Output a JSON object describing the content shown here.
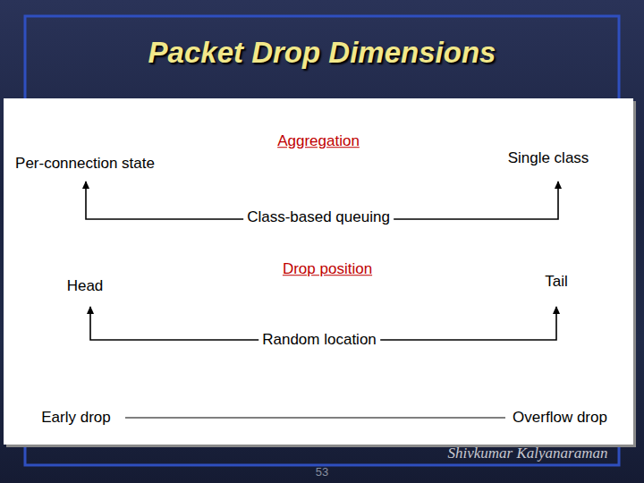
{
  "diagram": {
    "title": "Packet Drop Dimensions",
    "labels": [
      "Aggregation",
      "Per-connection state",
      "Single class",
      "Class-based queuing",
      "Drop position",
      "Head",
      "Tail",
      "Random location",
      "Early drop",
      "Overflow drop",
      "Shivkumar Kalyanaraman",
      "53"
    ]
  }
}
